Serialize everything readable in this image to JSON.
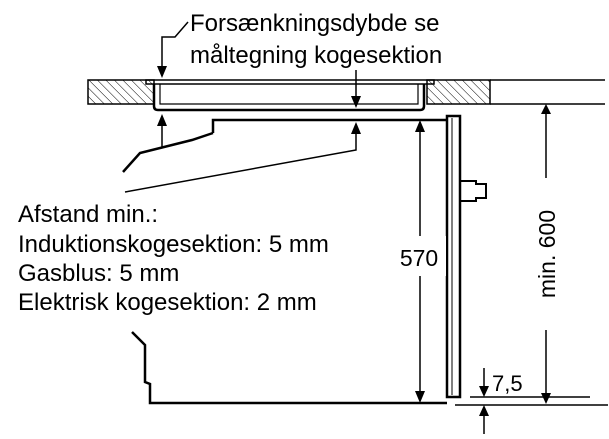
{
  "diagram": {
    "callout_top": {
      "line1": "Forsænkningsdybde se",
      "line2": "måltegning kogesektion"
    },
    "callout_left": {
      "line1": "Afstand min.:",
      "line2": "Induktionskogesektion: 5 mm",
      "line3": "Gasblus: 5 mm",
      "line4": "Elektrisk kogesektion: 2 mm"
    },
    "dimensions": {
      "inner_height": "570",
      "cabinet_min_height": "min. 600",
      "gap": "7,5"
    },
    "colors": {
      "line": "#000000",
      "background": "#ffffff"
    }
  }
}
